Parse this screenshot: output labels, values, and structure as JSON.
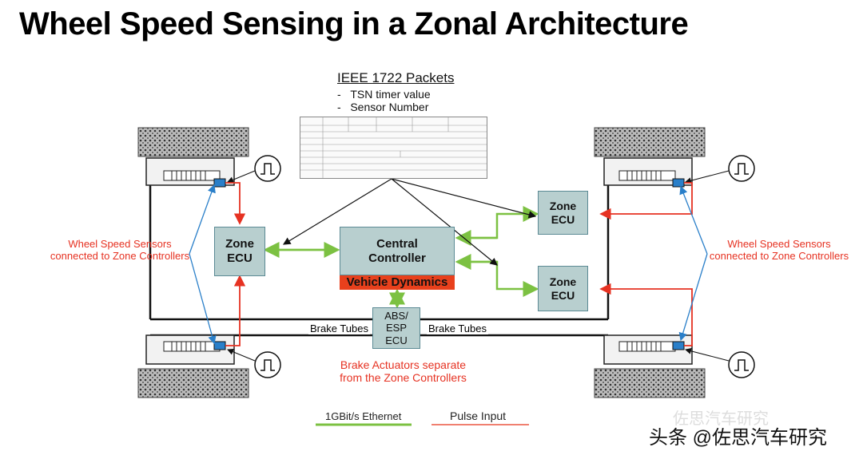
{
  "title": "Wheel Speed Sensing in a Zonal Architecture",
  "ieee": {
    "title": "IEEE 1722 Packets",
    "bullets": [
      "TSN timer value",
      "Sensor Number"
    ]
  },
  "boxes": {
    "zone_left": [
      "Zone",
      "ECU"
    ],
    "central": [
      "Central",
      "Controller"
    ],
    "vehicle_dynamics": "Vehicle Dynamics",
    "zone_right_top": [
      "Zone",
      "ECU"
    ],
    "zone_right_bottom": [
      "Zone",
      "ECU"
    ],
    "abs": [
      "ABS/",
      "ESP",
      "ECU"
    ]
  },
  "labels": {
    "sensors_left": [
      "Wheel Speed Sensors",
      "connected to Zone Controllers"
    ],
    "sensors_right": [
      "Wheel Speed Sensors",
      "connected to Zone Controllers"
    ],
    "brake_tubes_left": "Brake Tubes",
    "brake_tubes_right": "Brake Tubes",
    "brake_actuators": [
      "Brake Actuators separate",
      "from the Zone Controllers"
    ]
  },
  "legend": {
    "ethernet": "1GBit/s Ethernet",
    "pulse": "Pulse Input"
  },
  "watermark": {
    "main": "头条 @佐思汽车研究",
    "faint": "佐思汽车研究"
  },
  "colors": {
    "ethernet": "#7cc142",
    "pulse": "#e63222",
    "sensor_link": "#2a7fc9",
    "box_fill": "#b8cfcf",
    "vehicle_dynamics": "#e8401c"
  }
}
